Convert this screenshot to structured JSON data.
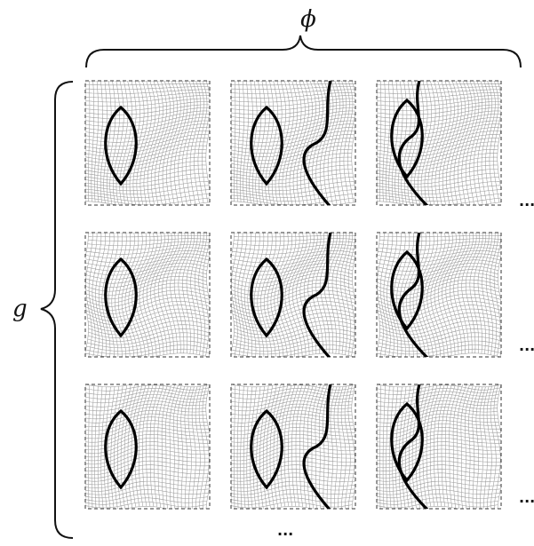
{
  "labels": {
    "top": "ϕ",
    "left": "g"
  },
  "ellipsis": {
    "row_end": "...",
    "bottom": "..."
  },
  "grid": {
    "rows": 3,
    "cols": 3
  },
  "colors": {
    "mesh": "#9a9a9a",
    "curve": "#000000",
    "frame": "#333333"
  }
}
